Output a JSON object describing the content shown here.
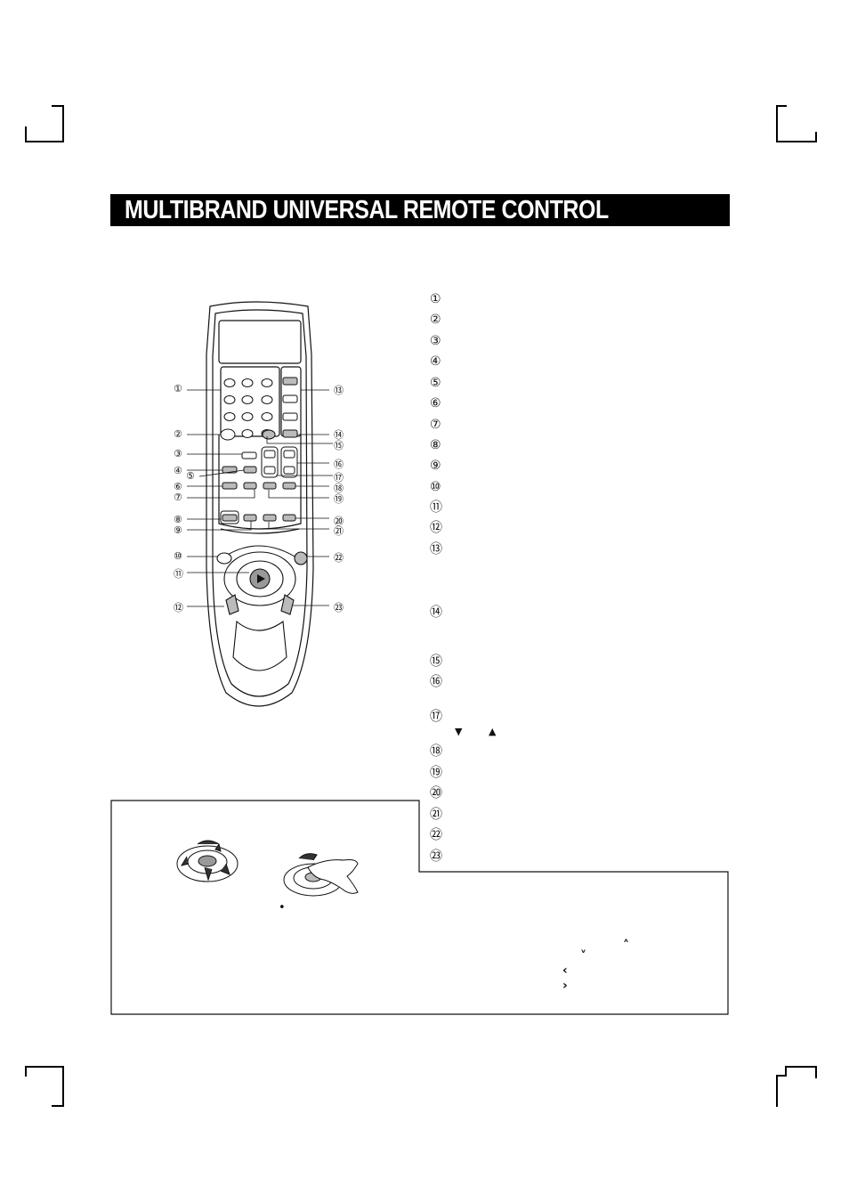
{
  "title": "MULTIBRAND UNIVERSAL REMOTE CONTROL",
  "list_markers": [
    "①",
    "②",
    "③",
    "④",
    "⑤",
    "⑥",
    "⑦",
    "⑧",
    "⑨",
    "⑩",
    "⑪",
    "⑫",
    "⑬",
    "⑭",
    "⑮",
    "⑯",
    "⑰",
    "⑱",
    "⑲",
    "⑳",
    "㉑",
    "㉒",
    "㉓"
  ],
  "diagram_callouts_left": [
    "①",
    "②",
    "③",
    "④",
    "⑤",
    "⑥",
    "⑦",
    "⑧",
    "⑨",
    "⑩",
    "⑪",
    "⑫"
  ],
  "diagram_callouts_right": [
    "⑬",
    "⑭",
    "⑮",
    "⑯",
    "⑰",
    "⑱",
    "⑲",
    "⑳",
    "㉑",
    "㉒",
    "㉓"
  ],
  "item17_symbols": {
    "down": "▼",
    "up": "▲"
  },
  "note_symbols": {
    "bullet": "•",
    "up": "˄",
    "down": "˅",
    "left": "‹",
    "right": "›"
  },
  "icons": [
    "remote-control-illustration",
    "jog-shuttle-dial-illustration",
    "finger-on-dial-illustration"
  ],
  "colors": {
    "banner_bg": "#000000",
    "banner_text": "#ffffff"
  }
}
